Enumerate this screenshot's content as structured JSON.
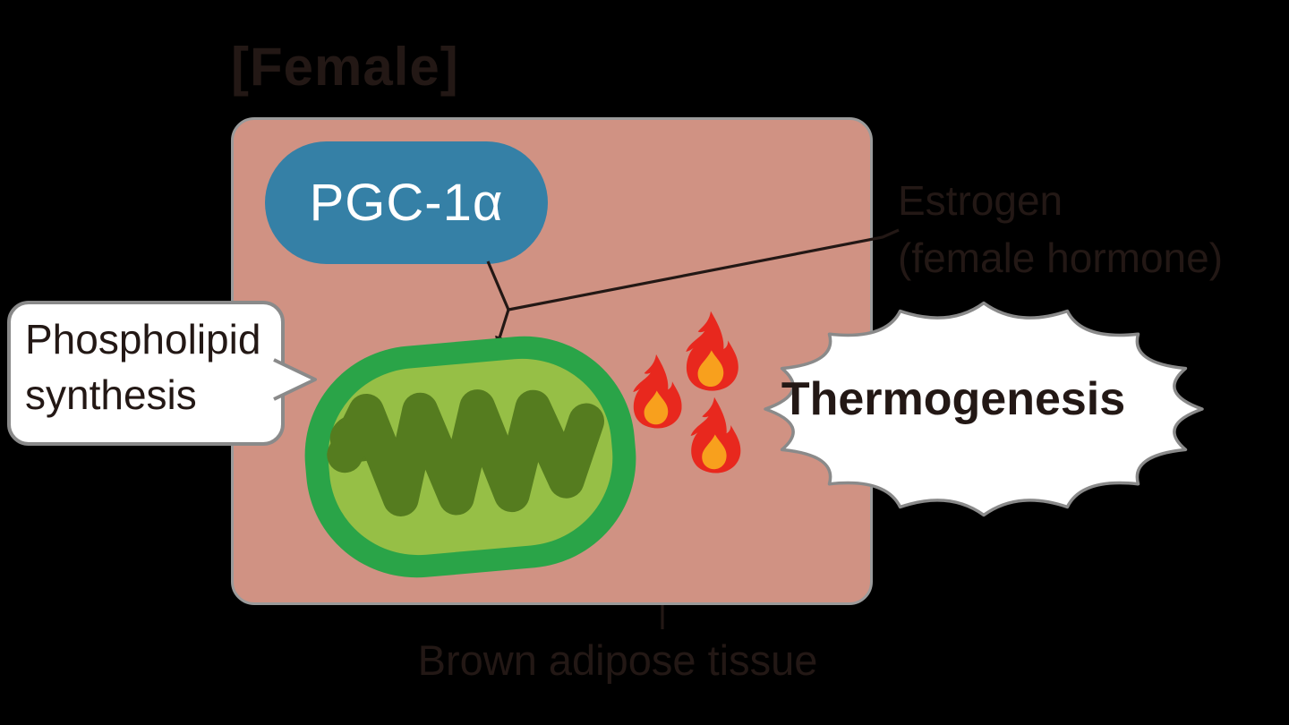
{
  "title": "[Female]",
  "pgc_pill": {
    "label": "PGC-1α"
  },
  "estrogen": {
    "line1": "Estrogen",
    "line2": "(female hormone)"
  },
  "phospholipid_bubble": {
    "line1": "Phospholipid",
    "line2": "synthesis"
  },
  "thermogenesis": {
    "label": "Thermogenesis"
  },
  "tissue": {
    "label": "Brown adipose tissue"
  },
  "icons": {
    "flames": [
      "flame-icon",
      "flame-icon",
      "flame-icon"
    ],
    "mitochondrion": "mitochondrion-icon",
    "arrow": "arrowhead-icon"
  },
  "colors": {
    "background": "#000000",
    "tissue_box": "#d09283",
    "tissue_box_border": "#9b9b9b",
    "pgc_pill": "#3580a6",
    "pgc_text": "#ffffff",
    "mito_membrane": "#2aa448",
    "mito_matrix": "#96bf46",
    "mito_cristae": "#557c1f",
    "flame_red": "#e8281e",
    "flame_orange": "#f8a01d",
    "bubble_fill": "#ffffff",
    "bubble_border": "#8a8a8a",
    "text_dark": "#231815"
  }
}
